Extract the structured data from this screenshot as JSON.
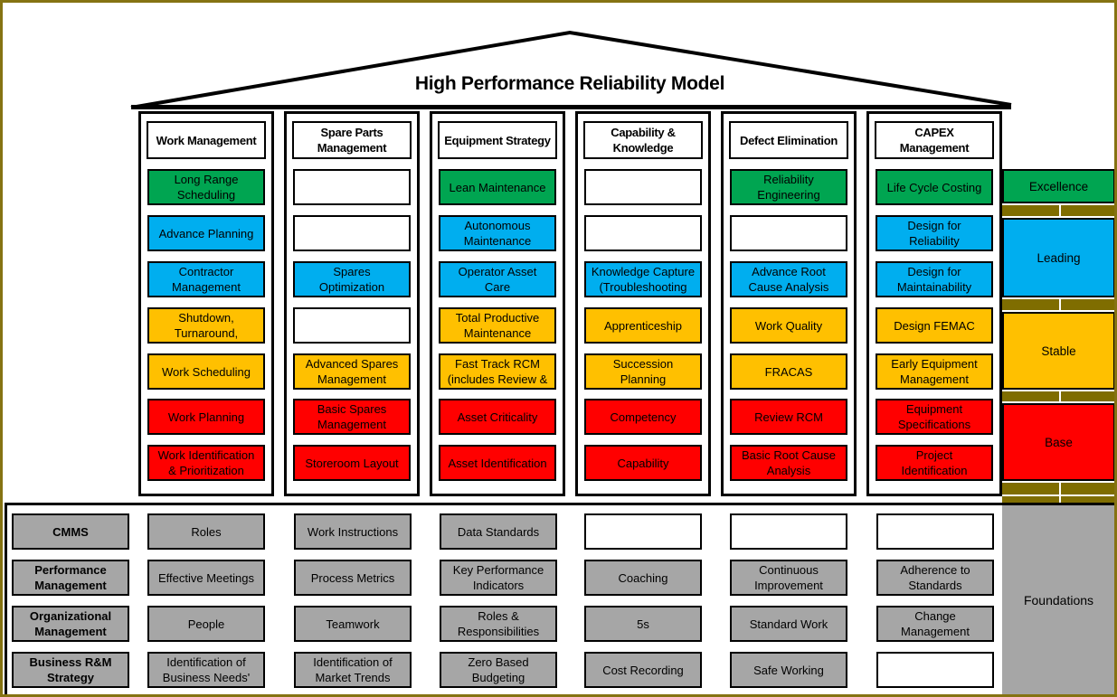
{
  "title": "High Performance Reliability Model",
  "colors": {
    "green": "#00A551",
    "blue": "#00AEEF",
    "yellow": "#FFC000",
    "red": "#FF0000",
    "gray": "#A6A6A6",
    "white": "#FFFFFF",
    "olive": "#7F6D00",
    "frame": "#857312",
    "line": "#000000"
  },
  "levels": [
    {
      "label": "Excellence",
      "color": "green"
    },
    {
      "label": "Leading",
      "color": "blue"
    },
    {
      "label": "Stable",
      "color": "yellow"
    },
    {
      "label": "Base",
      "color": "red"
    }
  ],
  "pillars": [
    {
      "header": "Work Management",
      "boxes": [
        {
          "text": "Long Range\nScheduling",
          "color": "green"
        },
        {
          "text": "Advance Planning",
          "color": "blue"
        },
        {
          "text": "Contractor\nManagement",
          "color": "blue"
        },
        {
          "text": "Shutdown,\nTurnaround,",
          "color": "yellow"
        },
        {
          "text": "Work Scheduling",
          "color": "yellow"
        },
        {
          "text": "Work Planning",
          "color": "red"
        },
        {
          "text": "Work Identification\n& Prioritization",
          "color": "red"
        }
      ]
    },
    {
      "header": "Spare Parts\nManagement",
      "boxes": [
        {
          "text": "",
          "color": "white"
        },
        {
          "text": "",
          "color": "white"
        },
        {
          "text": "Spares\nOptimization",
          "color": "blue"
        },
        {
          "text": "",
          "color": "white"
        },
        {
          "text": "Advanced Spares\nManagement",
          "color": "yellow"
        },
        {
          "text": "Basic Spares\nManagement",
          "color": "red"
        },
        {
          "text": "Storeroom Layout",
          "color": "red"
        }
      ]
    },
    {
      "header": "Equipment Strategy",
      "boxes": [
        {
          "text": "Lean Maintenance",
          "color": "green"
        },
        {
          "text": "Autonomous\nMaintenance",
          "color": "blue"
        },
        {
          "text": "Operator Asset\nCare",
          "color": "blue"
        },
        {
          "text": "Total Productive\nMaintenance",
          "color": "yellow"
        },
        {
          "text": "Fast Track RCM\n(includes Review &",
          "color": "yellow"
        },
        {
          "text": "Asset Criticality",
          "color": "red"
        },
        {
          "text": "Asset Identification",
          "color": "red"
        }
      ]
    },
    {
      "header": "Capability &\nKnowledge",
      "boxes": [
        {
          "text": "",
          "color": "white"
        },
        {
          "text": "",
          "color": "white"
        },
        {
          "text": "Knowledge Capture\n(Troubleshooting",
          "color": "blue"
        },
        {
          "text": "Apprenticeship",
          "color": "yellow"
        },
        {
          "text": "Succession\nPlanning",
          "color": "yellow"
        },
        {
          "text": "Competency",
          "color": "red"
        },
        {
          "text": "Capability",
          "color": "red"
        }
      ]
    },
    {
      "header": "Defect Elimination",
      "boxes": [
        {
          "text": "Reliability\nEngineering",
          "color": "green"
        },
        {
          "text": "",
          "color": "white"
        },
        {
          "text": "Advance Root\nCause Analysis",
          "color": "blue"
        },
        {
          "text": "Work Quality",
          "color": "yellow"
        },
        {
          "text": "FRACAS",
          "color": "yellow"
        },
        {
          "text": "Review RCM",
          "color": "red"
        },
        {
          "text": "Basic Root Cause\nAnalysis",
          "color": "red"
        }
      ]
    },
    {
      "header": "CAPEX\nManagement",
      "boxes": [
        {
          "text": "Life Cycle Costing",
          "color": "green"
        },
        {
          "text": "Design for\nReliability",
          "color": "blue"
        },
        {
          "text": "Design for\nMaintainability",
          "color": "blue"
        },
        {
          "text": "Design FEMAC",
          "color": "yellow"
        },
        {
          "text": "Early Equipment\nManagement",
          "color": "yellow"
        },
        {
          "text": "Equipment\nSpecifications",
          "color": "red"
        },
        {
          "text": "Project\nIdentification",
          "color": "red"
        }
      ]
    }
  ],
  "foundations": {
    "label": "Foundations",
    "columns": [
      {
        "bold": true,
        "cells": [
          "CMMS",
          "Performance\nManagement",
          "Organizational\nManagement",
          "Business R&M\nStrategy"
        ]
      },
      {
        "bold": false,
        "cells": [
          "Roles",
          "Effective Meetings",
          "People",
          "Identification of\nBusiness Needs'"
        ]
      },
      {
        "bold": false,
        "cells": [
          "Work Instructions",
          "Process Metrics",
          "Teamwork",
          "Identification of\nMarket Trends"
        ]
      },
      {
        "bold": false,
        "cells": [
          "Data Standards",
          "Key Performance\nIndicators",
          "Roles &\nResponsibilities",
          "Zero Based\nBudgeting"
        ]
      },
      {
        "bold": false,
        "cells": [
          "",
          "Coaching",
          "5s",
          "Cost Recording"
        ]
      },
      {
        "bold": false,
        "cells": [
          "",
          "Continuous\nImprovement",
          "Standard Work",
          "Safe Working"
        ]
      },
      {
        "bold": false,
        "cells": [
          "",
          "Adherence to\nStandards",
          "Change\nManagement",
          ""
        ]
      }
    ]
  }
}
